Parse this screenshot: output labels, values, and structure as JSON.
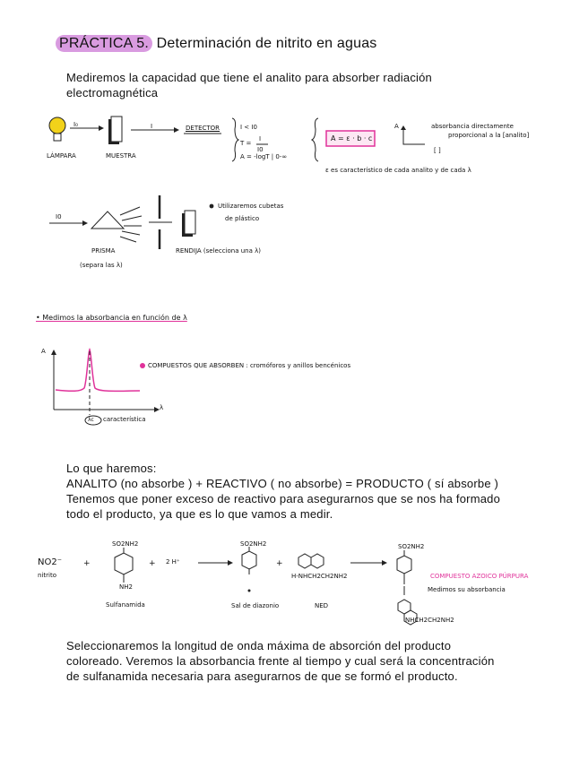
{
  "title": {
    "highlight": "PRÁCTICA 5.",
    "rest": " Determinación de nitrito en aguas"
  },
  "intro": {
    "line1": "Mediremos la capacidad que tiene el analito para absorber radiación",
    "line2": "electromagnética"
  },
  "diagram1": {
    "lamp": "LÁMPARA",
    "sample": "MUESTRA",
    "detector": "DETECTOR",
    "i0": "I₀",
    "i": "I",
    "eq1": "I < I0",
    "eq2": "T =",
    "eq_num": "I",
    "eq_den": "I0",
    "eq3": "A = -logT | 0-∞",
    "beer": "A = ε · b · c",
    "abs_axis": "A",
    "conc_axis": "[ ]",
    "abs_note1": "absorbancia directamente",
    "abs_note2": "proporcional a la [analito]",
    "epsilon_note": "ε es característico de cada analito y de cada λ"
  },
  "diagram2": {
    "i0": "I0",
    "prism": "PRISMA",
    "prism_sub": "(separa las λ)",
    "slit": "RENDIJA (selecciona una λ)",
    "note1": "Utilizaremos cubetas",
    "note2": "de plástico"
  },
  "section2": {
    "heading": "• Medimos la absorbancia en función de λ"
  },
  "spectrum": {
    "y_axis": "A",
    "x_axis": "λ",
    "peak_label": "λc",
    "peak_text": "característica",
    "note": "COMPUESTOS QUE ABSORBEN : cromóforos y anillos bencénicos"
  },
  "plan": {
    "heading": "Lo que haremos:",
    "line1": "ANALITO (no absorbe ) + REACTIVO ( no absorbe) = PRODUCTO ( sí absorbe )",
    "line2": "Tenemos que poner exceso de reactivo para asegurarnos que se nos ha formado",
    "line3": "todo el producto, ya que es lo que vamos a medir."
  },
  "reaction": {
    "nitrite": "NO2⁻",
    "nitrite_label": "nitrito",
    "plus": "+",
    "protons": "2 H⁺",
    "so2nh2": "SO2NH2",
    "nh2": "NH2",
    "sulf": "Sulfanamida",
    "diazo_top": "SO2NH2",
    "diazo_label": "Sal de diazonio",
    "ned_sub": "H-NHCH2CH2NH2",
    "ned": "NED",
    "prod_top": "SO2NH2",
    "prod_bottom": "NHCH2CH2NH2",
    "prod_note1": "COMPUESTO AZOICO PÚRPURA",
    "prod_note2": "Medimos su absorbancia"
  },
  "closing": {
    "line1": "Seleccionaremos la longitud de onda máxima de absorción del producto",
    "line2": "coloreado. Veremos la absorbancia frente al tiempo y cual será la concentración",
    "line3": "de sulfanamida necesaria para asegurarnos de que se formó el producto."
  },
  "colors": {
    "accent": "#d99be0",
    "pink": "#e0329a",
    "bulb": "#f2d21a"
  }
}
